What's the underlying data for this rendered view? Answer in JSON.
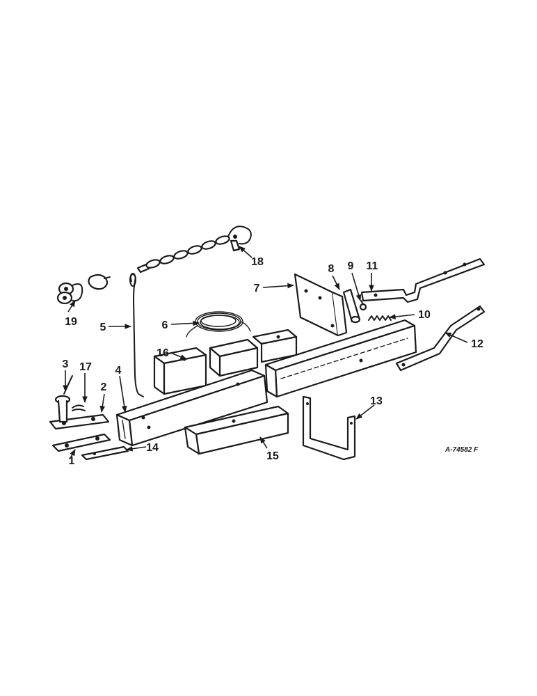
{
  "drawing_code": "A-74582 F",
  "callouts": {
    "c1": "1",
    "c2": "2",
    "c3": "3",
    "c4": "4",
    "c5": "5",
    "c6": "6",
    "c7": "7",
    "c8": "8",
    "c9": "9",
    "c10": "10",
    "c11": "11",
    "c12": "12",
    "c13": "13",
    "c14": "14",
    "c15": "15",
    "c16": "16",
    "c17": "17",
    "c18": "18",
    "c19": "19"
  }
}
